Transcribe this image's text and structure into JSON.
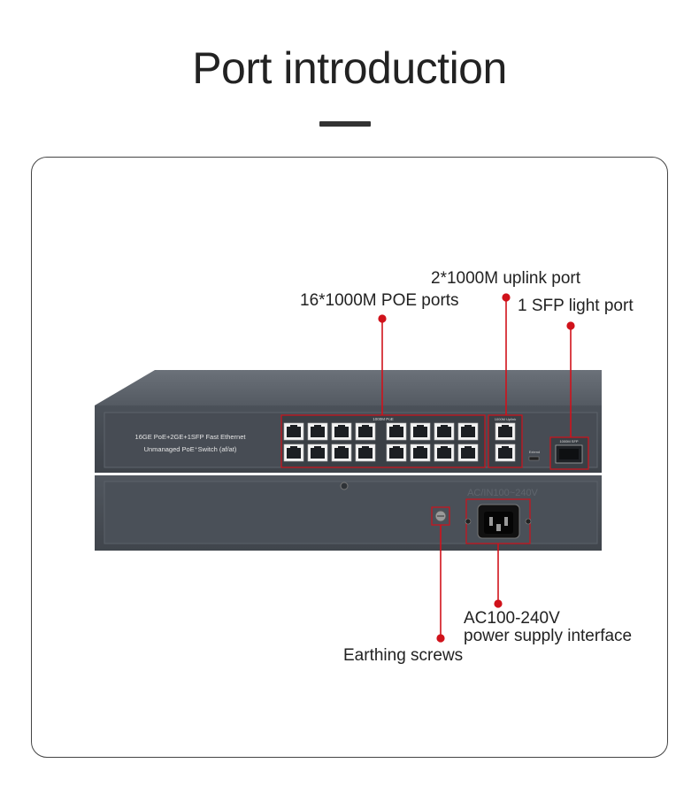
{
  "header": {
    "title": "Port introduction"
  },
  "device": {
    "front_text_line1": "16GE PoE+2GE+1SFP Fast Ethernet",
    "front_text_line2": "Unmanaged PoE⁺Switch (af/at)",
    "poe_group_label": "1000M PoE",
    "uplink_group_label": "1000M Uplink",
    "sfp_label": "1000M SFP",
    "extend_label": "Extend",
    "power_rating_text": "AC/IN100~240V"
  },
  "callouts": {
    "poe_ports": "16*1000M POE ports",
    "uplink_port": "2*1000M uplink port",
    "sfp_port": "1 SFP light port",
    "power_line1": "AC100-240V",
    "power_line2": "power supply interface",
    "earthing": "Earthing screws"
  },
  "colors": {
    "accent": "#d0121b",
    "device_body": "#4a5058",
    "device_top": "#5f656d"
  }
}
